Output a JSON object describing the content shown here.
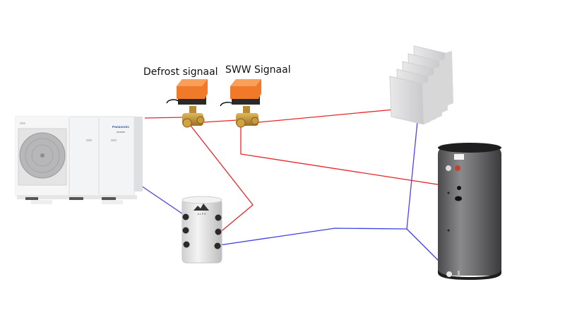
{
  "diagram": {
    "labels": {
      "defrost_valve": "Defrost signaal",
      "dhw_valve": "SWW Signaal"
    },
    "components": {
      "heat_pump": {
        "name": "Heat pump outdoor unit",
        "brand": "Panasonic",
        "series": "Inverter"
      },
      "buffer_tank": {
        "name": "Buffer tank",
        "brand": "ALPS"
      },
      "radiators": {
        "name": "Fan-coil radiators",
        "count": 5
      },
      "dhw_boiler": {
        "name": "Domestic hot water boiler"
      },
      "defrost_valve": {
        "name": "3-way motorized valve (defrost)"
      },
      "dhw_valve": {
        "name": "3-way motorized valve (DHW)"
      }
    },
    "pipes": [
      {
        "id": "hp-to-defrost-valve",
        "type": "supply",
        "color": "#e8262b"
      },
      {
        "id": "defrost-valve-to-dhw-valve",
        "type": "supply",
        "color": "#e8262b"
      },
      {
        "id": "dhw-valve-to-radiators",
        "type": "supply",
        "color": "#e8262b"
      },
      {
        "id": "defrost-valve-to-buffer",
        "type": "supply",
        "color": "#e8262b"
      },
      {
        "id": "dhw-valve-to-boiler",
        "type": "supply",
        "color": "#e8262b"
      },
      {
        "id": "hp-return-from-buffer",
        "type": "return",
        "color": "#3f3fe0"
      },
      {
        "id": "buffer-return-manifold",
        "type": "return",
        "color": "#3f3fe0"
      },
      {
        "id": "radiators-return",
        "type": "return",
        "color": "#5a3ef0"
      },
      {
        "id": "boiler-return",
        "type": "return",
        "color": "#3f3fe0"
      }
    ],
    "colors": {
      "supply": "#e8262b",
      "return": "#3f3fe0",
      "actuator": "#f07a2a",
      "brass": "#c79a3c"
    }
  }
}
